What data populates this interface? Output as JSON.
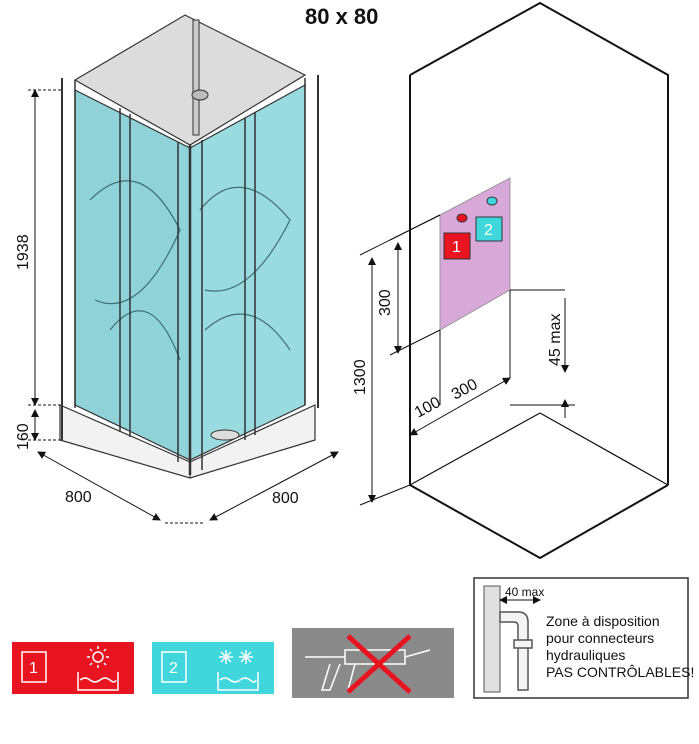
{
  "title": "80 x 80",
  "left_view": {
    "height_total": "1938",
    "base_height": "160",
    "width_left": "800",
    "width_right": "800"
  },
  "right_view": {
    "height_1300": "1300",
    "height_300": "300",
    "max_45": "45 max",
    "offset_100": "100",
    "width_300": "300",
    "connector_hot": "1",
    "connector_cold": "2"
  },
  "legend": {
    "hot_number": "1",
    "cold_number": "2"
  },
  "note_box": {
    "clearance": "40 max",
    "lines": [
      "Zone à disposition",
      "pour connecteurs",
      "hydrauliques",
      "PAS CONTRÔLABLES!"
    ]
  },
  "colors": {
    "hot": "#e8141f",
    "cold": "#3fd6dc",
    "glass": "#8fd3d8",
    "panel": "#d8a8d8",
    "gray": "#8a8a8a"
  }
}
